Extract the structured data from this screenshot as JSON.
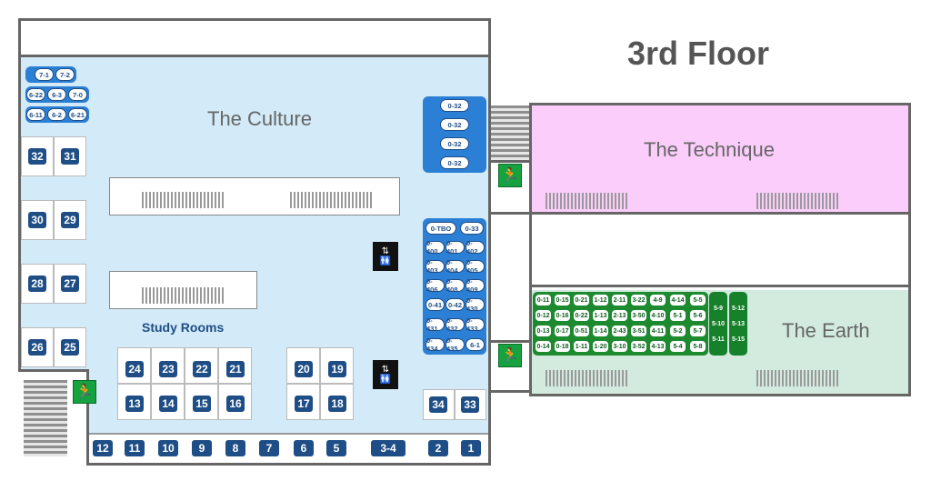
{
  "floor_title": "3rd Floor",
  "zones": {
    "culture": "The Culture",
    "technique": "The Technique",
    "earth": "The Earth",
    "study_rooms": "Study Rooms"
  },
  "colors": {
    "culture_fill": "#d3eaf8",
    "technique_fill": "#fbcdfb",
    "earth_fill": "#d3ebde",
    "room_tag": "#1f4e86",
    "exit_sign": "#15a23f",
    "earth_shelf_tag": "#16802b"
  },
  "icons": {
    "exit": "emergency-exit-icon",
    "elevator": "elevator-icon"
  },
  "left_shelf_tags": [
    [
      "7-1",
      "7-2"
    ],
    [
      "6-22",
      "6-3",
      "7-0"
    ],
    [
      "6-11",
      "6-2",
      "6-21"
    ]
  ],
  "side_rooms": [
    [
      "32",
      "31"
    ],
    [
      "30",
      "29"
    ],
    [
      "28",
      "27"
    ],
    [
      "26",
      "25"
    ]
  ],
  "study_rooms_top": [
    "24",
    "23",
    "22",
    "21"
  ],
  "study_rooms_bottom": [
    "13",
    "14",
    "15",
    "16"
  ],
  "study_rooms_mid_top": [
    "20",
    "19"
  ],
  "study_rooms_mid_bottom": [
    "17",
    "18"
  ],
  "study_rooms_right": [
    "34",
    "33"
  ],
  "bottom_rooms": [
    "12",
    "11",
    "10",
    "9",
    "8",
    "7",
    "6",
    "5",
    "3-4",
    "2",
    "1"
  ],
  "stack_032": [
    "0-32",
    "0-32",
    "0-32",
    "0-32"
  ],
  "blue_grid": [
    [
      "0-TBO",
      "0-33"
    ],
    [
      "0-400",
      "0-401",
      "0-402"
    ],
    [
      "0-403",
      "0-404",
      "0-405"
    ],
    [
      "0-406",
      "0-408",
      "0-409"
    ],
    [
      "0-41",
      "0-42",
      "0-430"
    ],
    [
      "0-431",
      "0-432",
      "0-433"
    ],
    [
      "0-434",
      "0-435",
      "6-1"
    ]
  ],
  "earth_tags": [
    [
      "0-11",
      "0-15",
      "0-21",
      "1-12",
      "2-11",
      "3-22",
      "4-9",
      "4-14",
      "5-5"
    ],
    [
      "0-12",
      "0-16",
      "0-22",
      "1-13",
      "2-13",
      "3-50",
      "4-10",
      "5-1",
      "5-6"
    ],
    [
      "0-13",
      "0-17",
      "0-51",
      "1-14",
      "2-43",
      "3-51",
      "4-11",
      "5-2",
      "5-7"
    ],
    [
      "0-14",
      "0-18",
      "1-11",
      "1-20",
      "3-10",
      "3-52",
      "4-13",
      "5-4",
      "5-8"
    ]
  ],
  "earth_filled_tags": [
    [
      "5-9",
      "5-10",
      "5-11"
    ],
    [
      "5-12",
      "5-13",
      "5-15"
    ]
  ]
}
